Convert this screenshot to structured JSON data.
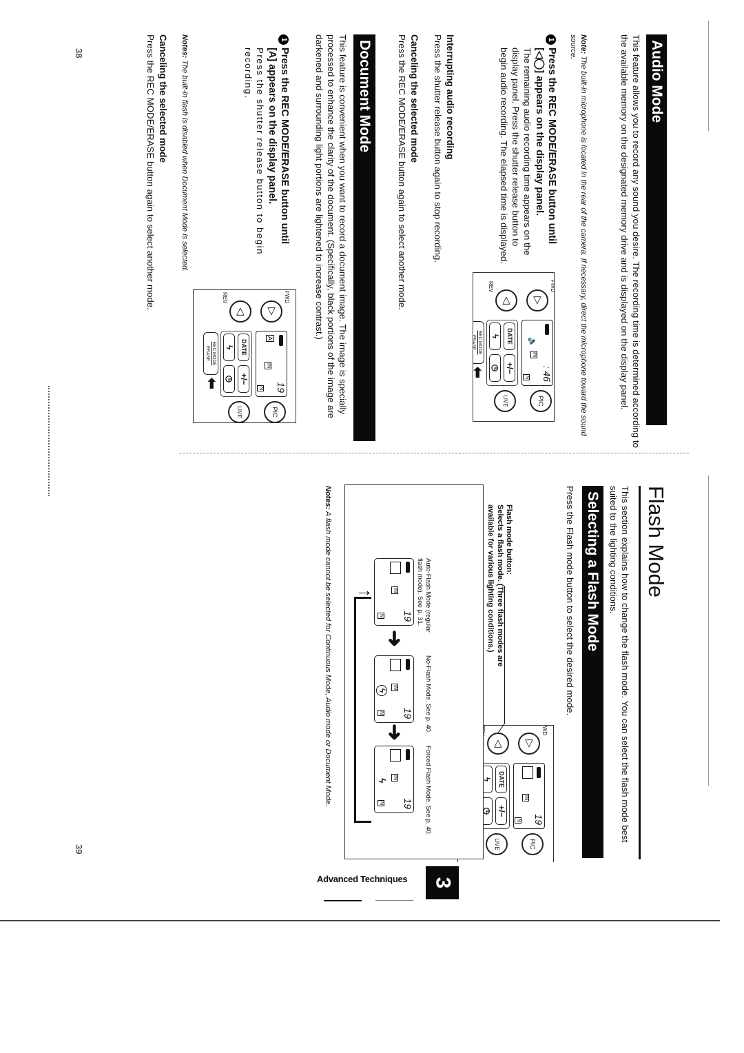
{
  "left_page": {
    "page_number": "38",
    "audio": {
      "title": "Audio Mode",
      "intro": "This feature allows you to record any sound you desire. The recording time is determined according to the available memory on the designated memory drive and is displayed on the display panel.",
      "note_label": "Note:",
      "note": "The built-in microphone is located in the rear of the camera. If necessary, direct the microphone toward the sound source.",
      "step_number": "1",
      "step_line1": "Press the REC MODE/ERASE button until",
      "step_line2": "[◁◯] appears on the display panel.",
      "step_detail": "The remaining audio recording time appears on the display panel. Press the shutter release button to begin audio recording. The elapsed time is displayed.",
      "interrupt_title": "Interrupting audio recording",
      "interrupt_text": "Press the shutter release button again to stop recording.",
      "cancel_title": "Canceling the selected mode",
      "cancel_text": "Press the REC MODE/ERASE button again to select another mode.",
      "lcd_value": ": 46"
    },
    "document": {
      "title": "Document Mode",
      "intro": "This feature is convenient when you want to record a document image. The image is specially processed to enhance the clarity of the document. (Specifically, black portions of the image are darkened and surrounding light portions are lightened to increase contrast.)",
      "step_number": "1",
      "step_line1": "Press the REC MODE/ERASE button until",
      "step_line2": "[A] appears on the display panel.",
      "step_detail": "Press the shutter release button to begin recording.",
      "notes_label": "Notes:",
      "notes": "The built-in flash is disabled when Document Mode is selected.",
      "cancel_title": "Canceling the selected mode",
      "cancel_text": "Press the REC MODE/ERASE button again to select another mode.",
      "lcd_value": "19"
    }
  },
  "right_page": {
    "page_number": "39",
    "title": "Flash Mode",
    "intro": "This section explains how to change the flash mode. You can select the flash mode best suited to the lighting conditions.",
    "section_title": "Selecting a Flash Mode",
    "instruction": "Press the Flash mode button to select the desired mode.",
    "callout_title": "Flash mode button:",
    "callout_text": "Selects a flash mode. (Three flash modes are available for various lighting conditions.)",
    "lcd_value": "19",
    "modes": [
      {
        "label": "Auto-Flash Mode (regular flash mode). See p. 31.",
        "icon": "none"
      },
      {
        "label": "No-Flash Mode. See p. 40.",
        "icon": "no-flash-icon"
      },
      {
        "label": "Forced Flash Mode. See p. 40.",
        "icon": "flash-icon"
      }
    ],
    "notes_label": "Notes:",
    "notes": "A flash mode cannot be selected for Continuous Mode, Audio mode or Document Mode."
  },
  "footer": {
    "section_label": "Advanced Techniques",
    "chapter_number": "3"
  },
  "panel": {
    "fwd": "FWD",
    "rev": "REV",
    "pic": "PIC",
    "live": "LIVE",
    "date": "DATE",
    "plus_minus": "+/−",
    "flash": "ϟ",
    "timer": "◷",
    "rec_mode": "REC MODE",
    "erase": "ERASE",
    "memory": "IN",
    "quality": "N"
  },
  "colors": {
    "ink": "#111111",
    "paper": "#ffffff",
    "header_bg": "#0a0a0a"
  }
}
